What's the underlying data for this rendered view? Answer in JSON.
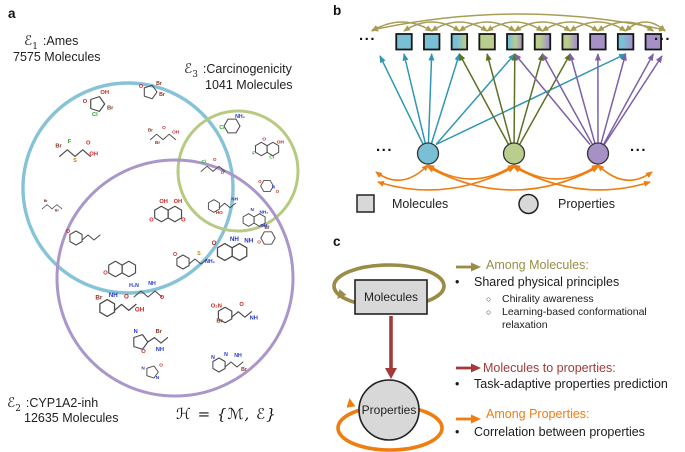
{
  "colors": {
    "teal_arrow": "#2f96b4",
    "teal_fill": "#79c0d6",
    "green_arrow": "#5e7026",
    "green_fill": "#b9cd8d",
    "purple_arrow": "#7e5fa8",
    "purple_fill": "#a691c7",
    "olive_arc": "#a79d55",
    "olive_heading": "#9a8c45",
    "orange": "#ef7d10",
    "dark_red": "#a23a3a",
    "node_gray": "#d8d8d8",
    "venn_blue": "#87c3d8",
    "venn_green": "#b7ca82",
    "venn_purple": "#aa96ca"
  },
  "panel_labels": {
    "a": "a",
    "b": "b",
    "c": "c"
  },
  "panel_a": {
    "sets": [
      {
        "symbol": "ℰ",
        "sub": "1",
        "name": ":Ames",
        "count": "7575 Molecules"
      },
      {
        "symbol": "ℰ",
        "sub": "3",
        "name": ":Carcinogenicity",
        "count": "1041 Molecules"
      },
      {
        "symbol": "ℰ",
        "sub": "2",
        "name": ":CYP1A2-inh",
        "count": "12635 Molecules"
      }
    ],
    "formula": "ℋ = {ℳ, ℰ}",
    "molecules": [
      [
        97,
        104,
        "pent",
        1.1,
        [
          [
            -11,
            -1,
            "O",
            "r"
          ],
          [
            7,
            -9,
            "OH",
            "r"
          ],
          [
            -2,
            11,
            "Cl",
            "g"
          ],
          [
            12,
            5,
            "Br",
            "br"
          ]
        ]
      ],
      [
        150,
        92,
        "pent",
        1.0,
        [
          [
            -9,
            -4,
            "O",
            "r"
          ],
          [
            9,
            -7,
            "Br",
            "br"
          ],
          [
            12,
            4,
            "Br",
            "br"
          ]
        ]
      ],
      [
        163,
        136,
        "chain",
        0.9,
        [
          [
            -14,
            -5,
            "Br",
            "br"
          ],
          [
            1,
            -8,
            "O",
            "r"
          ],
          [
            14,
            -3,
            "OH",
            "r"
          ],
          [
            -6,
            9,
            "Br",
            "br"
          ]
        ]
      ],
      [
        75,
        152,
        "chain",
        1.1,
        [
          [
            -15,
            -4,
            "Br",
            "br"
          ],
          [
            -5,
            -8,
            "F",
            "g"
          ],
          [
            0,
            9,
            "S",
            "y"
          ],
          [
            12,
            -7,
            "O",
            "r"
          ],
          [
            17,
            3,
            "OH",
            "r"
          ]
        ]
      ],
      [
        52,
        206,
        "chain",
        0.7,
        [
          [
            -9,
            -6,
            "Br",
            "br"
          ],
          [
            7,
            8,
            "Br",
            "br"
          ]
        ]
      ],
      [
        85,
        238,
        "hexchain",
        1.0,
        [
          [
            -17,
            -5,
            "O",
            "r"
          ]
        ]
      ],
      [
        122,
        269,
        "hex2",
        1.1,
        [
          [
            -15,
            5,
            "O",
            "r"
          ]
        ]
      ],
      [
        168,
        214,
        "hex2",
        1.1,
        [
          [
            -4,
            -10,
            "OH",
            "r"
          ],
          [
            9,
            -10,
            "OH",
            "r"
          ],
          [
            -15,
            7,
            "O",
            "r"
          ],
          [
            14,
            7,
            "O",
            "r"
          ]
        ]
      ],
      [
        148,
        293,
        "chain",
        1.0,
        [
          [
            -14,
            -6,
            "H₂N",
            "b"
          ],
          [
            4,
            -8,
            "NH",
            "b"
          ],
          [
            14,
            6,
            "O",
            "r"
          ]
        ]
      ],
      [
        192,
        262,
        "hexchain",
        1.0,
        [
          [
            -17,
            -6,
            "O",
            "r"
          ],
          [
            7,
            -7,
            "S",
            "y"
          ],
          [
            18,
            1,
            "NH₂",
            "b"
          ]
        ]
      ],
      [
        232,
        126,
        "hex",
        1.0,
        [
          [
            8,
            -8,
            "NH₂",
            "b"
          ],
          [
            -10,
            3,
            "Cl",
            "g"
          ]
        ]
      ],
      [
        267,
        149,
        "hex2",
        0.95,
        [
          [
            -3,
            -9,
            "O",
            "r"
          ],
          [
            14,
            -6,
            "OH",
            "r"
          ],
          [
            -14,
            6,
            "F",
            "g"
          ],
          [
            5,
            10,
            "Cl",
            "g"
          ]
        ]
      ],
      [
        267,
        186,
        "hex",
        0.8,
        [
          [
            -9,
            -4,
            "O",
            "r"
          ],
          [
            8,
            3,
            "N",
            "b"
          ],
          [
            13,
            9,
            "O",
            "r"
          ]
        ]
      ],
      [
        213,
        168,
        "chain",
        0.85,
        [
          [
            -11,
            -6,
            "Cl",
            "g"
          ],
          [
            2,
            -8,
            "O",
            "r"
          ],
          [
            11,
            7,
            "O",
            "r"
          ]
        ]
      ],
      [
        222,
        206,
        "hexchain",
        0.9,
        [
          [
            -3,
            9,
            "HO",
            "r"
          ],
          [
            14,
            -6,
            "NH",
            "b"
          ]
        ]
      ],
      [
        254,
        220,
        "hex2",
        0.9,
        [
          [
            -2,
            -10,
            "N",
            "b"
          ],
          [
            11,
            -7,
            "NH₂",
            "b"
          ],
          [
            12,
            8,
            "NH₂",
            "b"
          ]
        ]
      ],
      [
        118,
        308,
        "hexchain",
        1.2,
        [
          [
            -16,
            -7,
            "Br",
            "br"
          ],
          [
            -4,
            -9,
            "NH",
            "b"
          ],
          [
            7,
            -8,
            "O",
            "r"
          ],
          [
            18,
            3,
            "OH",
            "r"
          ]
        ]
      ],
      [
        232,
        252,
        "hex2",
        1.2,
        [
          [
            -15,
            -6,
            "O",
            "r"
          ],
          [
            2,
            -9,
            "NH",
            "b"
          ],
          [
            14,
            -8,
            "NH",
            "b"
          ]
        ]
      ],
      [
        268,
        238,
        "hex",
        0.9,
        [
          [
            -1,
            -10,
            "Br",
            "br"
          ],
          [
            -10,
            6,
            "O",
            "r"
          ]
        ]
      ],
      [
        150,
        342,
        "pentchain",
        1.1,
        [
          [
            -13,
            -8,
            "N",
            "b"
          ],
          [
            8,
            -8,
            "Br",
            "br"
          ],
          [
            -6,
            10,
            "O",
            "r"
          ],
          [
            9,
            8,
            "NH",
            "b"
          ]
        ]
      ],
      [
        152,
        372,
        "pent",
        0.9,
        [
          [
            -10,
            -3,
            "N",
            "b"
          ],
          [
            10,
            -6,
            "O",
            "r"
          ],
          [
            6,
            8,
            "N",
            "b"
          ]
        ]
      ],
      [
        235,
        315,
        "hexchain",
        1.1,
        [
          [
            -17,
            -7,
            "O₂N",
            "r"
          ],
          [
            -14,
            7,
            "Br",
            "br"
          ],
          [
            6,
            -8,
            "O",
            "r"
          ],
          [
            17,
            4,
            "NH",
            "b"
          ]
        ]
      ],
      [
        228,
        365,
        "hexchain",
        1.0,
        [
          [
            -15,
            -6,
            "N",
            "b"
          ],
          [
            -2,
            -9,
            "N",
            "b"
          ],
          [
            10,
            -8,
            "NH",
            "b"
          ],
          [
            16,
            6,
            "Br",
            "br"
          ]
        ]
      ]
    ]
  },
  "panel_b": {
    "ellipsis": "...",
    "squares": [
      "blue",
      "blue",
      "blue-green",
      "green",
      "blue-green-purple",
      "green-purple",
      "green-purple",
      "purple",
      "blue-purple",
      "purple"
    ],
    "properties": [
      {
        "color": "blue",
        "connects_to": [
          "L",
          1,
          2,
          3,
          5,
          9
        ]
      },
      {
        "color": "green",
        "connects_to": [
          3,
          4,
          5,
          6,
          7
        ]
      },
      {
        "color": "purple",
        "connects_to": [
          5,
          6,
          7,
          8,
          9,
          10,
          "R"
        ]
      }
    ],
    "legend": {
      "square_label": "Molecules",
      "circle_label": "Properties"
    }
  },
  "panel_c": {
    "nodes": {
      "molecules": "Molecules",
      "properties": "Properties"
    },
    "glyphs": {
      "bullet": "•",
      "sub_bullet": "○"
    },
    "sections": [
      {
        "heading": "Among Molecules:",
        "bullets": [
          "Shared physical principles"
        ],
        "sub_bullets": [
          "Chirality awareness",
          "Learning-based conformational relaxation"
        ]
      },
      {
        "heading": "Molecules to properties:",
        "bullets": [
          "Task-adaptive properties prediction"
        ]
      },
      {
        "heading": "Among Properties:",
        "bullets": [
          "Correlation between properties"
        ]
      }
    ]
  }
}
